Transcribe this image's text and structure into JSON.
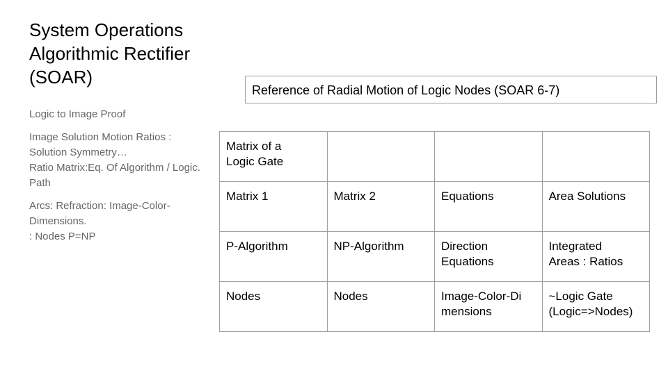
{
  "title": {
    "lines": [
      "System Operations",
      "Algorithmic Rectifier",
      "(SOAR)"
    ]
  },
  "subtitle": {
    "paragraphs": [
      [
        "Logic to Image Proof"
      ],
      [
        "Image Solution Motion Ratios :",
        "Solution Symmetry…",
        "Ratio Matrix:Eq. Of Algorithm / Logic.",
        "Path"
      ],
      [
        "Arcs: Refraction: Image-Color-",
        "Dimensions.",
        ": Nodes P=NP"
      ]
    ]
  },
  "reference_box": {
    "text": "Reference of Radial Motion of Logic Nodes (SOAR 6-7)"
  },
  "table": {
    "rows": [
      [
        [
          "Matrix of a",
          "Logic Gate"
        ],
        [],
        [],
        []
      ],
      [
        [
          "Matrix 1"
        ],
        [
          "Matrix 2"
        ],
        [
          "Equations"
        ],
        [
          "Area Solutions"
        ]
      ],
      [
        [
          "P-Algorithm"
        ],
        [
          "NP-Algorithm"
        ],
        [
          "Direction",
          "Equations"
        ],
        [
          "Integrated",
          "Areas : Ratios"
        ]
      ],
      [
        [
          "Nodes"
        ],
        [
          "Nodes"
        ],
        [
          "Image-Color-Di",
          "mensions"
        ],
        [
          "~Logic Gate",
          "(Logic=>Nodes)"
        ]
      ]
    ]
  }
}
